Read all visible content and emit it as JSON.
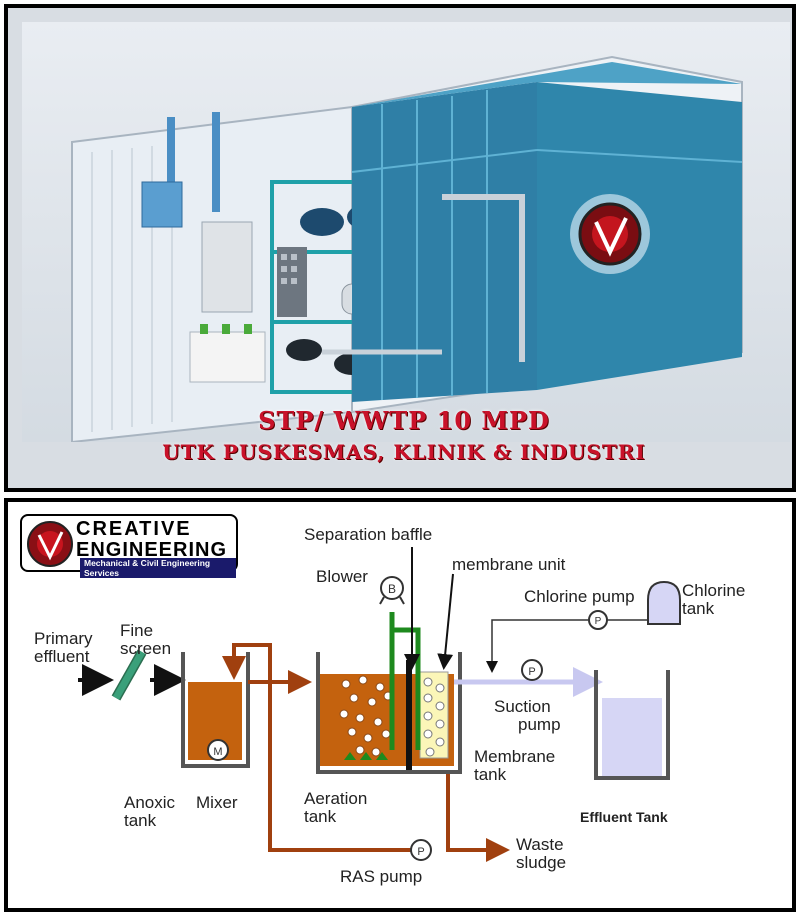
{
  "top_panel": {
    "title": "STP/ WWTP 10 MPD",
    "subtitle": "UTK PUSKESMAS, KLINIK & INDUSTRI"
  },
  "logo": {
    "line1": "CREATIVE",
    "line2": "ENGINEERING",
    "tagline": "Mechanical & Civil Engineering Services"
  },
  "diagram": {
    "labels": {
      "primary_effluent": [
        "Primary",
        "effluent"
      ],
      "fine_screen": [
        "Fine",
        "screen"
      ],
      "separation_baffle": "Separation baffle",
      "blower": "Blower",
      "membrane_unit": "membrane unit",
      "chlorine_pump": "Chlorine pump",
      "chlorine_tank": [
        "Chlorine",
        "tank"
      ],
      "suction_pump": [
        "Suction",
        "pump"
      ],
      "membrane_tank": [
        "Membrane",
        "tank"
      ],
      "anoxic_tank": [
        "Anoxic",
        "tank"
      ],
      "mixer": "Mixer",
      "aeration_tank": [
        "Aeration",
        "tank"
      ],
      "ras_pump": "RAS pump",
      "waste_sludge": [
        "Waste",
        "sludge"
      ],
      "effluent_tank": "Effluent Tank"
    },
    "symbols": {
      "blower": "B",
      "mixer": "M",
      "pump": "P"
    },
    "colors": {
      "sludge_pipe": "#a0400f",
      "tank_fill": "#c4620e",
      "air_pipe": "#1e8a1e",
      "effluent_water": "#d6d6f5",
      "flow_arrow": "#c8c8f0",
      "screen": "#3aa07a"
    }
  }
}
